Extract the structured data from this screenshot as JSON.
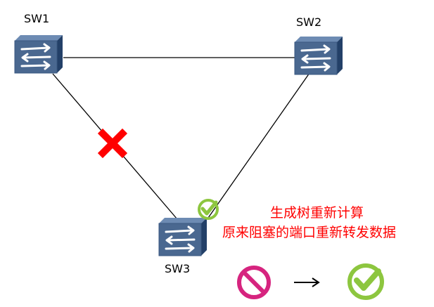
{
  "switches": [
    {
      "id": "sw1",
      "label": "SW1"
    },
    {
      "id": "sw2",
      "label": "SW2"
    },
    {
      "id": "sw3",
      "label": "SW3"
    }
  ],
  "links": [
    {
      "from": "SW1",
      "to": "SW2",
      "state": "forwarding"
    },
    {
      "from": "SW1",
      "to": "SW3",
      "state": "failed"
    },
    {
      "from": "SW2",
      "to": "SW3",
      "state": "forwarding (was blocked)"
    }
  ],
  "annotation": {
    "line1": "生成树重新计算",
    "line2": "原来阻塞的端口重新转发数据"
  },
  "legend": {
    "from_icon": "blocked-icon",
    "arrow": "→",
    "to_icon": "check-icon"
  },
  "colors": {
    "switch_face": "#4a6890",
    "switch_side": "#2c4a70",
    "fail_x": "#ff0000",
    "text_red": "#ff0000",
    "blocked": "#d6247f",
    "ok": "#8dc63f"
  }
}
